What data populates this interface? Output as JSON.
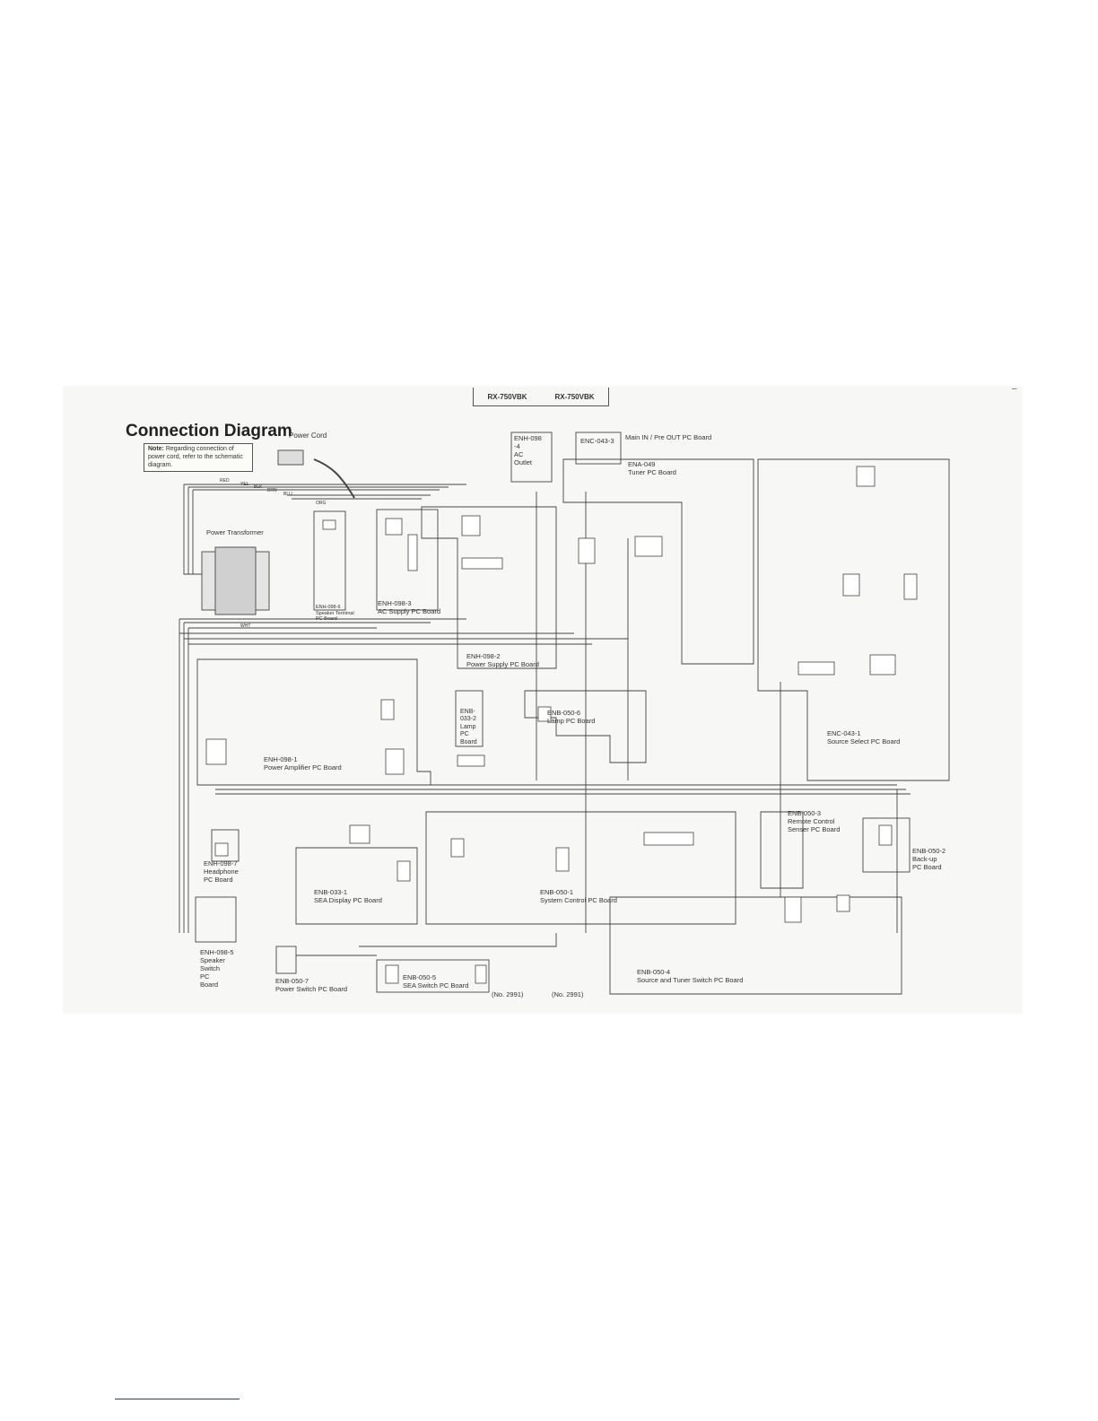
{
  "header": {
    "model_left": "RX-750VBK",
    "model_right": "RX-750VBK"
  },
  "title": "Connection Diagram",
  "power_cord_label": "Power Cord",
  "note": {
    "prefix": "Note:",
    "text": "Regarding connection of power cord, refer to the schematic diagram."
  },
  "boards": {
    "enh098_ac_outlet": "ENH-098\n-4\nAC\nOutlet",
    "enc043_3": "ENC-043-3",
    "main_in": "Main IN / Pre OUT PC Board",
    "ena049": "ENA-049\nTuner PC Board",
    "power_transformer": "Power Transformer",
    "enh098_3": "ENH-098-3\nAC Supply PC Board",
    "enh098_6": "ENH-098-6\nSpeaker Terminal\nPC Board",
    "enh098_2": "ENH-098-2\nPower Supply PC Board",
    "enb033_2": "ENB-\n033-2\nLamp\nPC\nBoard",
    "enb050_6": "ENB-050-6\nLamp PC Board",
    "enc043_1": "ENC-043-1\nSource Select PC Board",
    "enh098_1": "ENH-098-1\nPower Amplifier PC Board",
    "enb050_3": "ENB-050-3\nRemote Control\nSenser PC Board",
    "enb050_2": "ENB-050-2\nBack-up\nPC Board",
    "enh098_7": "ENH-098-7\nHeadphone\nPC Board",
    "enb033_1": "ENB-033-1\nSEA Display PC Board",
    "enb050_1": "ENB-050-1\nSystem Control PC Board",
    "enh098_5": "ENH-098-5\nSpeaker\nSwitch\nPC\nBoard",
    "enb050_7": "ENB-050-7\nPower Switch PC Board",
    "enb050_5": "ENB-050-5\nSEA Switch PC Board",
    "enb050_4": "ENB-050-4\nSource and Tuner Switch PC Board"
  },
  "wire_colors": {
    "red": "RED",
    "yel": "YEL",
    "blk": "BLK",
    "brn": "BRN",
    "blu": "BLU",
    "org": "ORG",
    "wht": "WHT"
  },
  "page_numbers": {
    "left": "(No. 2991)",
    "right": "(No. 2991)"
  },
  "colors": {
    "wire": "#444444",
    "paper": "#f7f7f5"
  }
}
